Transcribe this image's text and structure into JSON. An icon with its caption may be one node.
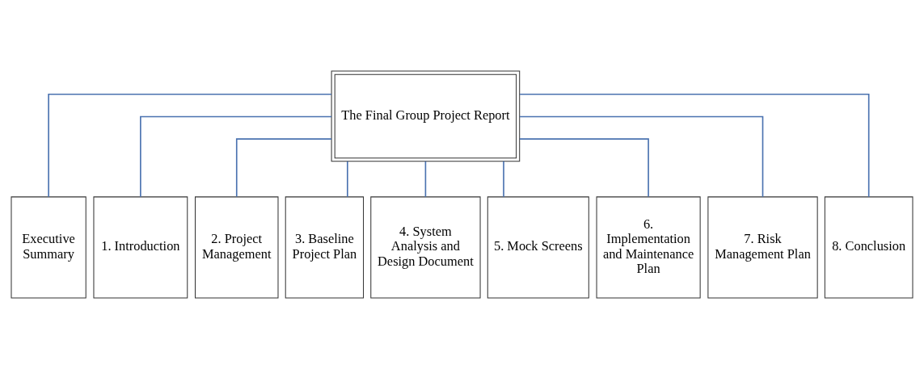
{
  "diagram": {
    "nodes": [
      {
        "text": [
          "The Final Group Project Report"
        ]
      },
      {
        "text": [
          "Executive Summary"
        ]
      },
      {
        "text": [
          "1. Introduction"
        ]
      },
      {
        "text": [
          "2. Project Management"
        ]
      },
      {
        "text": [
          "3. Baseline Project Plan"
        ]
      },
      {
        "text": [
          "4. System Analysis and Design Document"
        ]
      },
      {
        "text": [
          "5. Mock Screens"
        ]
      },
      {
        "text": [
          "6. Implementation and Maintenance Plan"
        ]
      },
      {
        "text": [
          "7. Risk Management Plan"
        ]
      },
      {
        "text": [
          "8. Conclusion"
        ]
      }
    ],
    "edges": [
      {
        "from": 0,
        "to": 1,
        "arrow": "none"
      },
      {
        "from": 0,
        "to": 2,
        "arrow": "none"
      },
      {
        "from": 0,
        "to": 3,
        "arrow": "none"
      },
      {
        "from": 0,
        "to": 4,
        "arrow": "none"
      },
      {
        "from": 0,
        "to": 5,
        "arrow": "none"
      },
      {
        "from": 0,
        "to": 6,
        "arrow": "none"
      },
      {
        "from": 0,
        "to": 7,
        "arrow": "none"
      },
      {
        "from": 0,
        "to": 8,
        "arrow": "none"
      },
      {
        "from": 0,
        "to": 9,
        "arrow": "none"
      }
    ]
  }
}
